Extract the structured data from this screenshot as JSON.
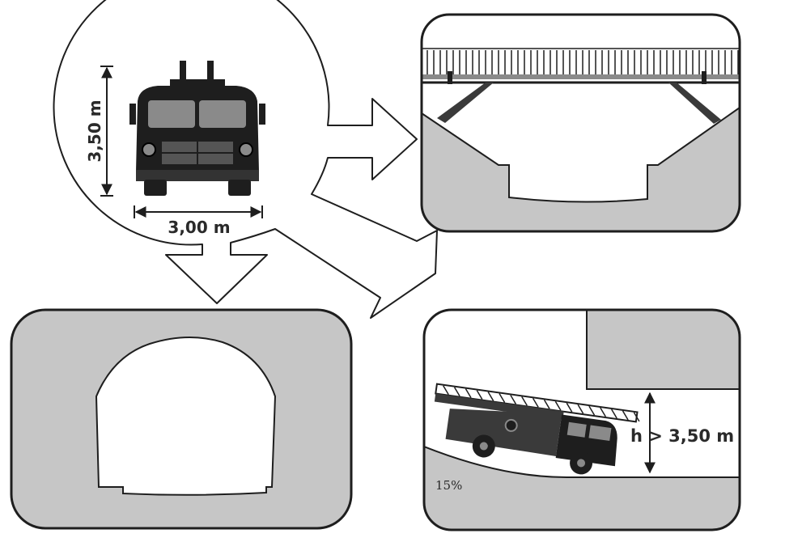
{
  "labels": {
    "vehicle_height": "3,50 m",
    "vehicle_width": "3,00 m",
    "clearance": "h > 3,50 m",
    "slope": "15%"
  },
  "colors": {
    "line": "#1e1e1e",
    "grey_fill": "#c6c6c6",
    "truck_dark": "#3a3a3a",
    "truck_glass": "#8a8a8a",
    "background": "#ffffff"
  }
}
